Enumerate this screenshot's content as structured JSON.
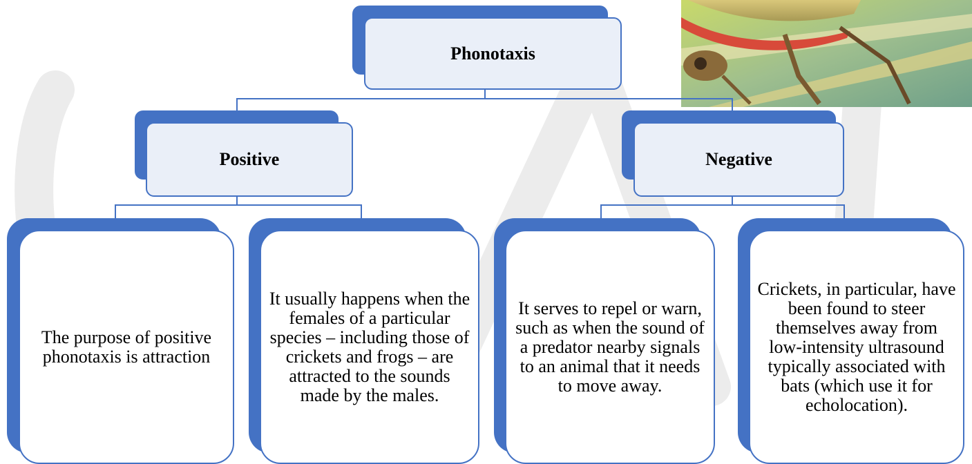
{
  "diagram": {
    "root": {
      "label": "Phonotaxis"
    },
    "branches": [
      {
        "label": "Positive",
        "leaves": [
          "The purpose of positive phonotaxis is attraction",
          "It usually happens when the females of a particular species – including those of crickets and frogs – are attracted to the sounds made by the males."
        ]
      },
      {
        "label": "Negative",
        "leaves": [
          "It serves to repel or warn, such as when the sound of a predator nearby signals to an animal that it needs to move away.",
          "Crickets, in particular, have been found to steer themselves away from low-intensity ultrasound typically associated with bats (which use it for echolocation)."
        ]
      }
    ]
  },
  "colors": {
    "accent": "#4472c4",
    "box_fill": "#eaeff8",
    "leaf_fill": "#ffffff",
    "connector": "#4472c4"
  },
  "image": {
    "subject": "insect close-up photo"
  }
}
